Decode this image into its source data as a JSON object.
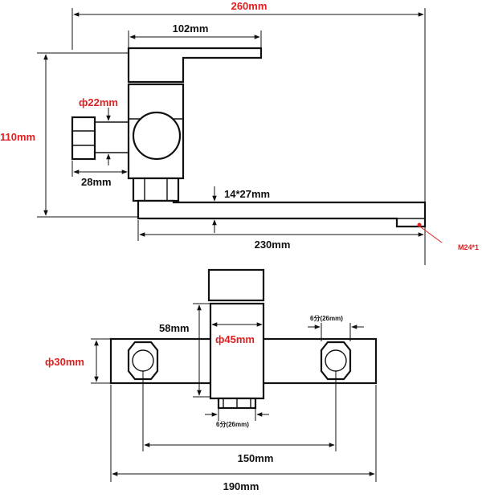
{
  "colors": {
    "label_red": "#e02020",
    "line_black": "#111111",
    "background": "#ffffff"
  },
  "side_view": {
    "overall_length": "260mm",
    "handle_length": "102mm",
    "pipe_diameter": "ф22mm",
    "height": "110mm",
    "inlet_length": "28mm",
    "spout_thickness": "14*27mm",
    "spout_length": "230mm",
    "outlet_thread": "M24*1"
  },
  "front_view": {
    "body_height": "58mm",
    "body_diameter": "ф45mm",
    "inlet_thread_top": "6分(26mm)",
    "inlet_diameter": "ф30mm",
    "outlet_thread_bottom": "6分(26mm)",
    "inlet_spacing": "150mm",
    "overall_width": "190mm"
  }
}
